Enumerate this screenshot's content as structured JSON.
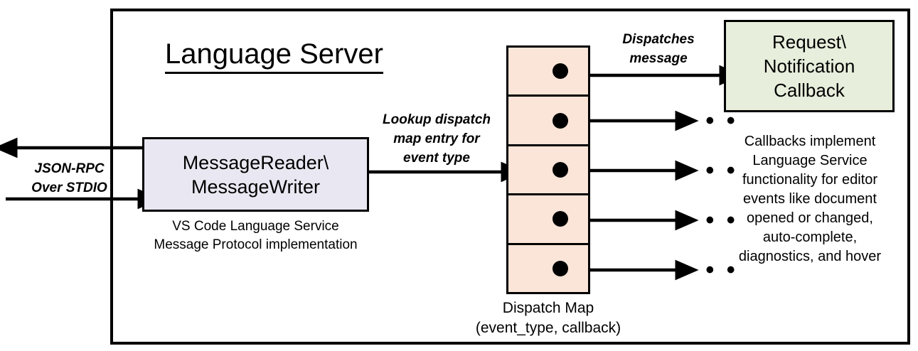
{
  "diagram": {
    "title": "Language Server",
    "frame_label": "language-server-boundary"
  },
  "io": {
    "protocol_label_line1": "JSON-RPC",
    "protocol_label_line2": "Over STDIO"
  },
  "reader_writer": {
    "line1": "MessageReader\\",
    "line2": "MessageWriter",
    "caption_line1": "VS Code Language Service",
    "caption_line2": "Message Protocol implementation"
  },
  "lookup": {
    "line1": "Lookup dispatch",
    "line2": "map entry for",
    "line3": "event type"
  },
  "dispatch": {
    "label_line1": "Dispatches",
    "label_line2": "message",
    "caption_line1": "Dispatch Map",
    "caption_line2": "(event_type, callback)",
    "cells": [
      {
        "id": "cell-1",
        "dot": "callback-dot"
      },
      {
        "id": "cell-2",
        "dot": "callback-dot"
      },
      {
        "id": "cell-3",
        "dot": "callback-dot"
      },
      {
        "id": "cell-4",
        "dot": "callback-dot"
      },
      {
        "id": "cell-5",
        "dot": "callback-dot"
      }
    ],
    "ellipsis": "• • •"
  },
  "callback": {
    "line1": "Request\\",
    "line2": "Notification",
    "line3": "Callback",
    "caption_line1": "Callbacks implement",
    "caption_line2": "Language Service",
    "caption_line3": "functionality for editor",
    "caption_line4": "events like document",
    "caption_line5": "opened or changed,",
    "caption_line6": "auto-complete,",
    "caption_line7": "diagnostics, and hover"
  },
  "colors": {
    "stroke": "#000000",
    "background": "#ffffff",
    "reader_writer_fill": "#e9e7f1",
    "dispatch_map_fill": "#fae5d8",
    "callback_fill": "#e7eedc"
  }
}
